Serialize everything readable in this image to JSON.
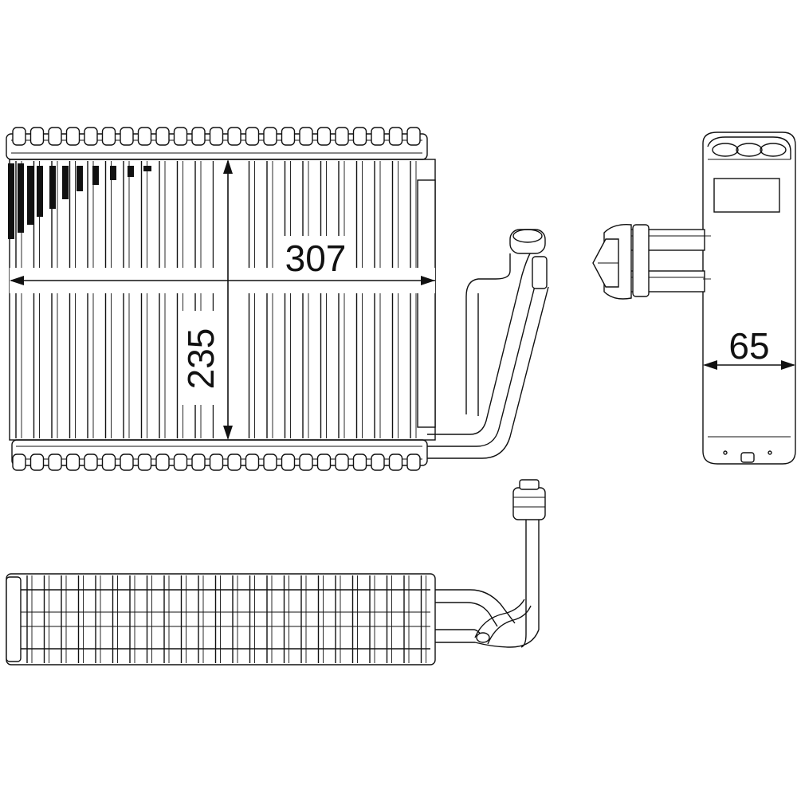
{
  "dimensions": {
    "width_label": "307",
    "height_label": "235",
    "depth_label": "65"
  }
}
